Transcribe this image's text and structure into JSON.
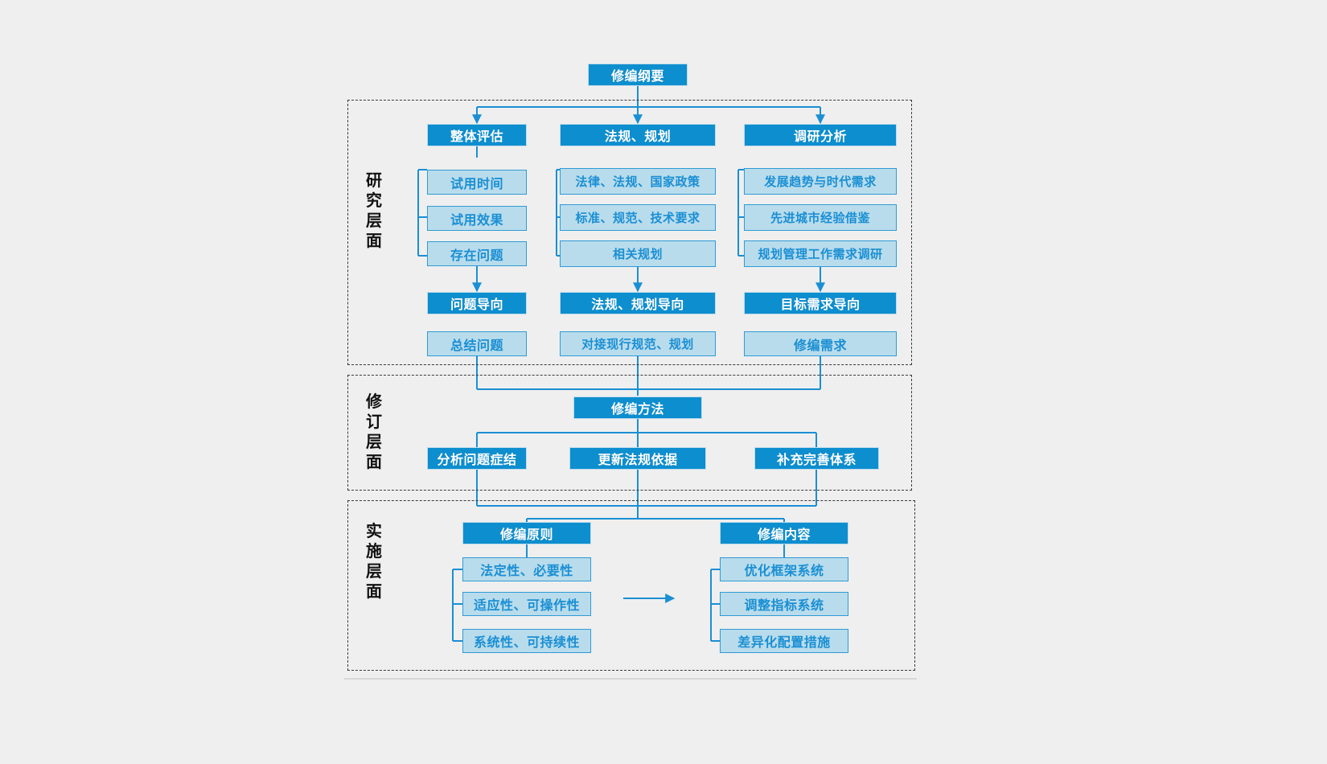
{
  "diagram": {
    "title": "修编纲要",
    "background_color": "#efefef",
    "accent_dark": "#0d8ecf",
    "accent_light": "#b9dcec",
    "line_color": "#1a8fd4",
    "root": {
      "label": "修编纲要"
    },
    "layers": [
      {
        "id": "research",
        "label_chars": [
          "研",
          "究",
          "层",
          "面"
        ],
        "columns": [
          {
            "head": "整体评估",
            "items": [
              "试用时间",
              "试用效果",
              "存在问题"
            ],
            "orientation": "问题导向",
            "outcome": "总结问题"
          },
          {
            "head": "法规、规划",
            "items": [
              "法律、法规、国家政策",
              "标准、规范、技术要求",
              "相关规划"
            ],
            "orientation": "法规、规划导向",
            "outcome": "对接现行规范、规划"
          },
          {
            "head": "调研分析",
            "items": [
              "发展趋势与时代需求",
              "先进城市经验借鉴",
              "规划管理工作需求调研"
            ],
            "orientation": "目标需求导向",
            "outcome": "修编需求"
          }
        ]
      },
      {
        "id": "revision",
        "label_chars": [
          "修",
          "订",
          "层",
          "面"
        ],
        "head": "修编方法",
        "items": [
          "分析问题症结",
          "更新法规依据",
          "补充完善体系"
        ]
      },
      {
        "id": "implementation",
        "label_chars": [
          "实",
          "施",
          "层",
          "面"
        ],
        "groups": [
          {
            "head": "修编原则",
            "items": [
              "法定性、必要性",
              "适应性、可操作性",
              "系统性、可持续性"
            ]
          },
          {
            "head": "修编内容",
            "items": [
              "优化框架系统",
              "调整指标系统",
              "差异化配置措施"
            ]
          }
        ],
        "connector_icon": "right-arrow-icon"
      }
    ]
  }
}
